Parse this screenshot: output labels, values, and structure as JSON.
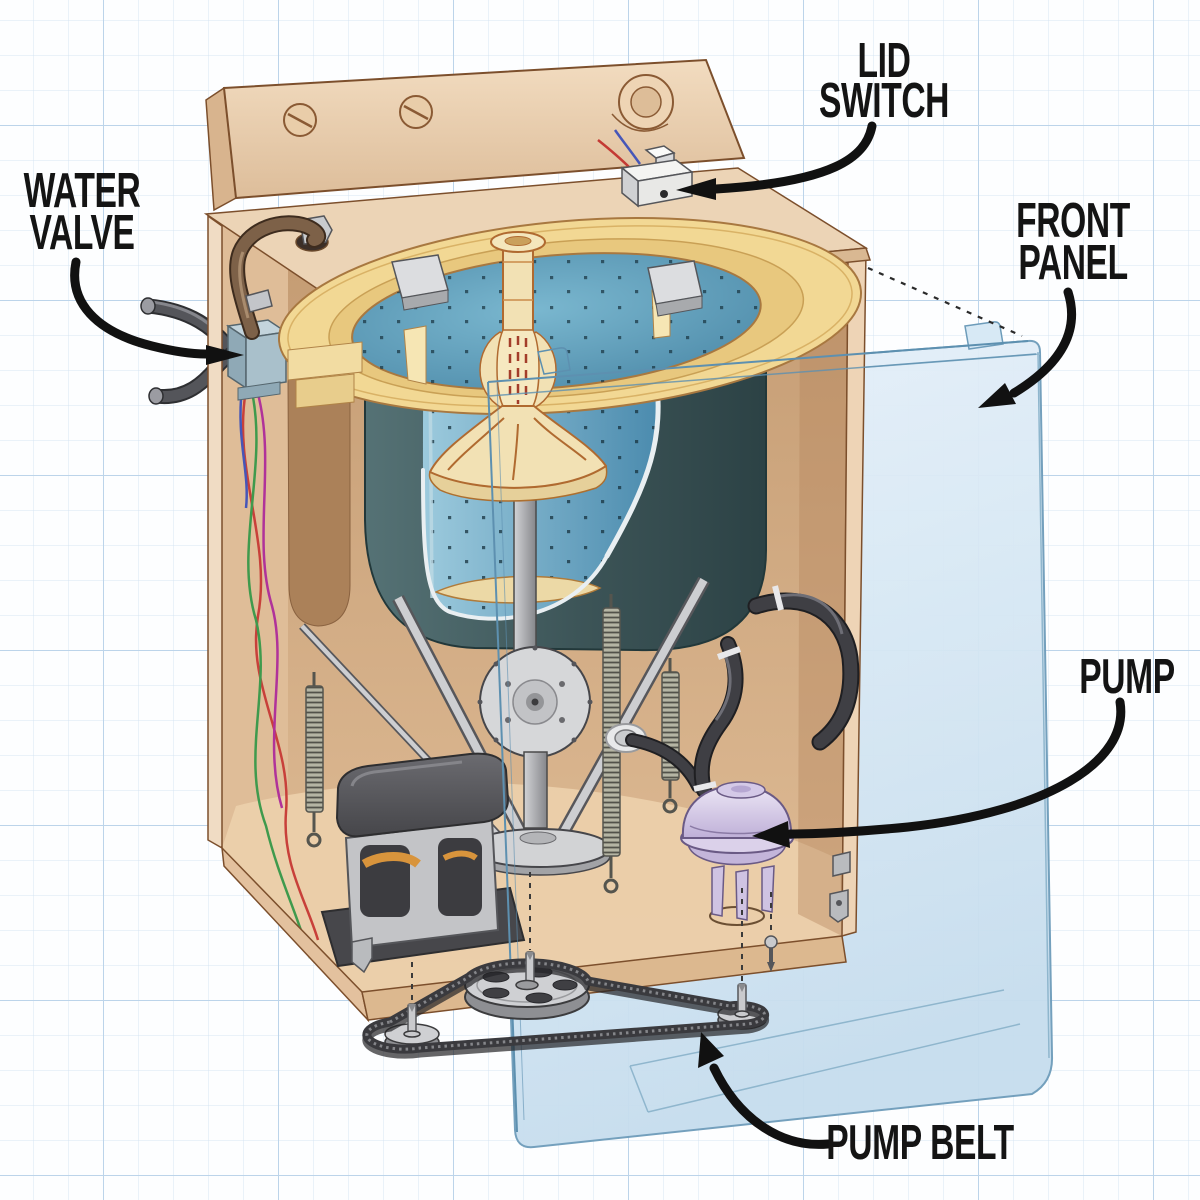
{
  "page": {
    "title": "Top-load washing machine cutaway diagram",
    "background": "blue graph paper"
  },
  "labels": {
    "lid_switch": {
      "line1": "LID",
      "line2": "SWITCH"
    },
    "water_valve": {
      "line1": "WATER",
      "line2": "VALVE"
    },
    "front_panel": {
      "line1": "FRONT",
      "line2": "PANEL"
    },
    "pump": {
      "text": "PUMP"
    },
    "pump_belt": {
      "text": "PUMP BELT"
    }
  },
  "palette": {
    "paper": "#fdfeff",
    "grid_minor": "#d7e5f3",
    "grid_major": "#bcd4ea",
    "label_text": "#141414",
    "arrow": "#111111",
    "cabinet_tan": "#e3c19c",
    "cabinet_interior": "#c9a078",
    "deck": "#ecd4b6",
    "control_panel": "#f2dcc0",
    "tub_ring": "#f2d894",
    "water": "#4e92b2",
    "basket_blue": "#8fc0d6",
    "outer_tub": "#3c5457",
    "agitator_cream": "#f2e1b4",
    "agitator_outline": "#b06a30",
    "motor_dark": "#56565a",
    "metal_light": "#cfd0d3",
    "pump_lavender": "#d9cfe9",
    "hose_black": "#3f3f44",
    "belt_dark": "#3a3a3e",
    "front_panel_blue": "#cfe3f2",
    "panel_outline": "#5d90b0",
    "wire_red": "#c8403a",
    "wire_green": "#3f9a4d",
    "wire_magenta": "#b0329a",
    "wire_blue": "#4656b8",
    "valve_bluegray": "#a9c0cb"
  }
}
